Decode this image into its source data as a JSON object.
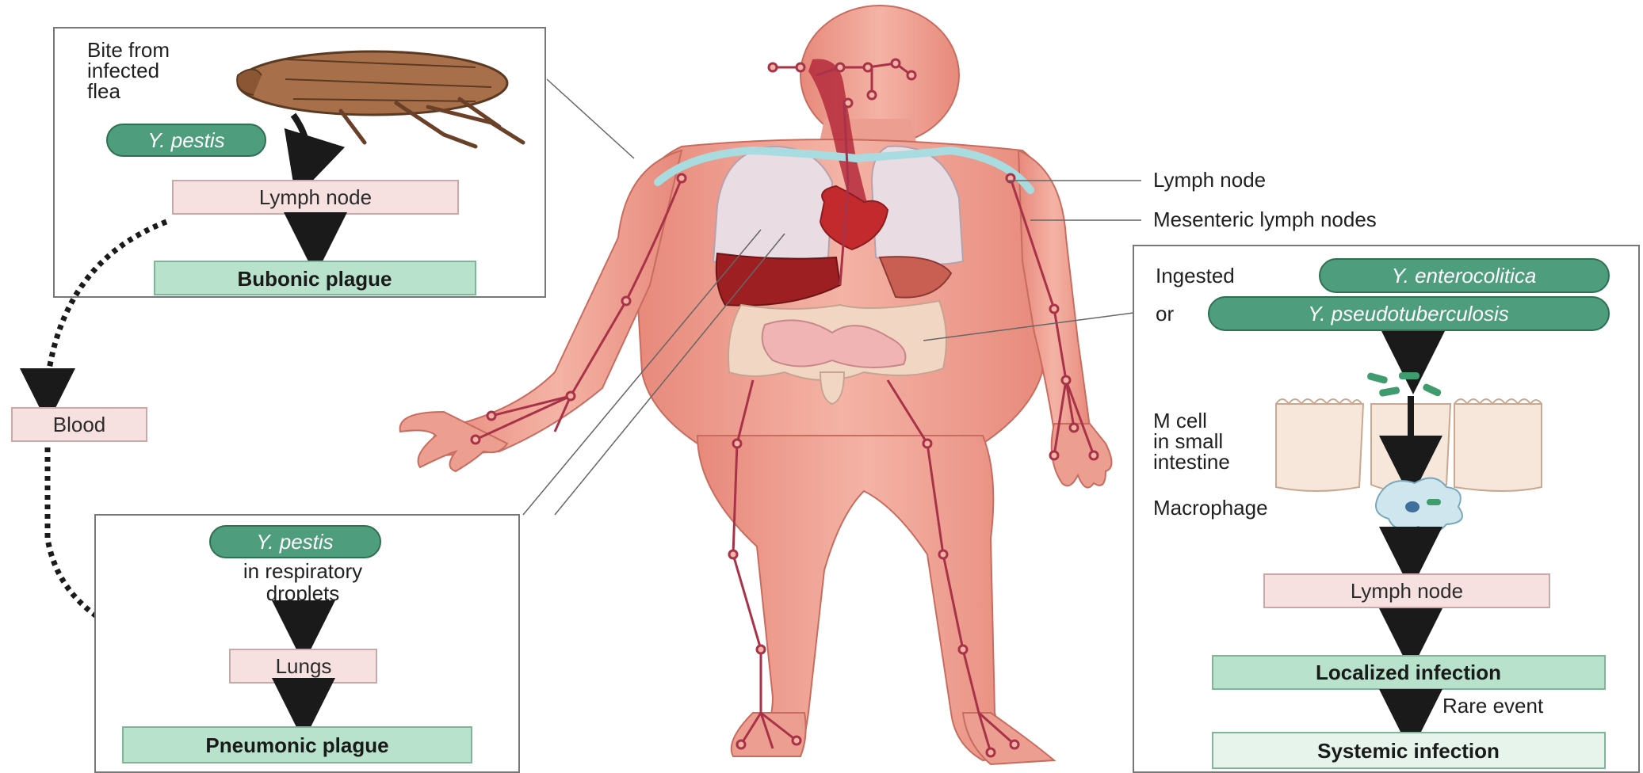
{
  "top_left": {
    "bite_line1": "Bite from",
    "bite_line2": "infected",
    "bite_line3": "flea",
    "pathogen": "Y. pestis",
    "lymph_node": "Lymph node",
    "result": "Bubonic plague"
  },
  "blood_label": "Blood",
  "bottom_left": {
    "pathogen": "Y. pestis",
    "droplets_line1": "in respiratory",
    "droplets_line2": "droplets",
    "lungs": "Lungs",
    "result": "Pneumonic plague"
  },
  "body_labels": {
    "lymph_node": "Lymph node",
    "mesenteric": "Mesenteric lymph nodes"
  },
  "right_panel": {
    "ingested": "Ingested",
    "or": "or",
    "pathogen1": "Y. enterocolitica",
    "pathogen2": "Y. pseudotuberculosis",
    "mcell_line1": "M cell",
    "mcell_line2": "in small",
    "mcell_line3": "intestine",
    "macrophage": "Macrophage",
    "lymph_node": "Lymph node",
    "localized": "Localized infection",
    "rare_event": "Rare event",
    "systemic": "Systemic infection"
  },
  "colors": {
    "pill_green": "#4e9e7e",
    "result_green": "#b8e2cc",
    "pink_box": "#f6e0e0",
    "skin": "#e8978a",
    "skin_light": "#f2b5a7",
    "vessel": "#a83248",
    "lung": "#e9dde3",
    "liver": "#9e1f22"
  }
}
